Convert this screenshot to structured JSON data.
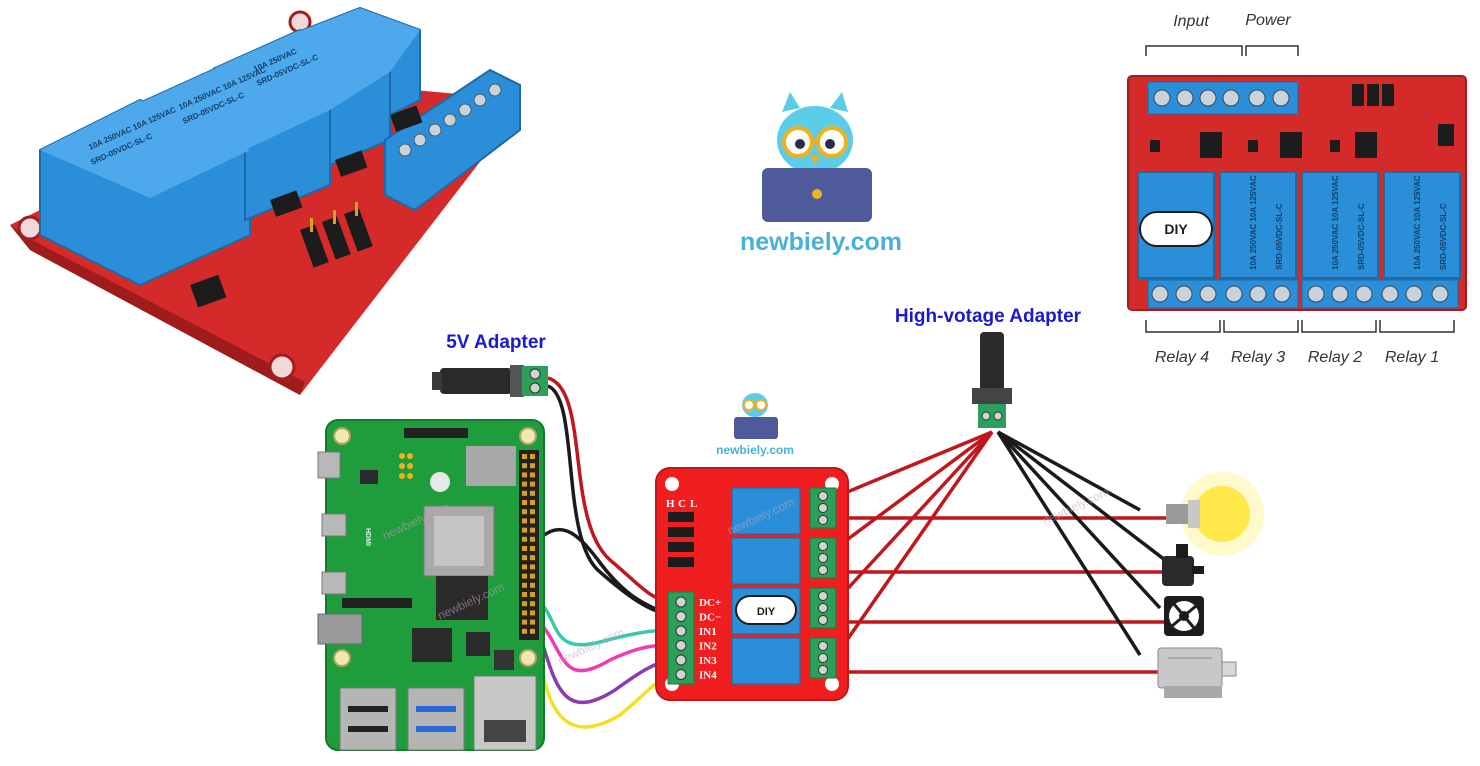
{
  "logo": {
    "brand": "newbiely.com"
  },
  "labels": {
    "adapter_5v": "5V Adapter",
    "adapter_hv": "High-votage Adapter"
  },
  "top_module": {
    "input_label": "Input",
    "power_label": "Power",
    "relay_labels": [
      "Relay 4",
      "Relay 3",
      "Relay 2",
      "Relay 1"
    ]
  },
  "module": {
    "brand_top": "DIY",
    "jumper_labels": [
      "H",
      "C",
      "L"
    ],
    "pin_labels": [
      "DC+",
      "DC−",
      "IN1",
      "IN2",
      "IN3",
      "IN4"
    ]
  },
  "pi": {
    "hdmi_label": "HDMI"
  },
  "colors": {
    "wire_red": "#c0171c",
    "wire_black": "#1a1a1a",
    "wire_in1": "#38c8b0",
    "wire_in2": "#ee3cb4",
    "wire_in3": "#8a3cae",
    "wire_in4": "#f2e21e",
    "label_blue": "#1a1ad0",
    "module_red": "#f01e1e",
    "relay_blue": "#2a8fd8"
  }
}
